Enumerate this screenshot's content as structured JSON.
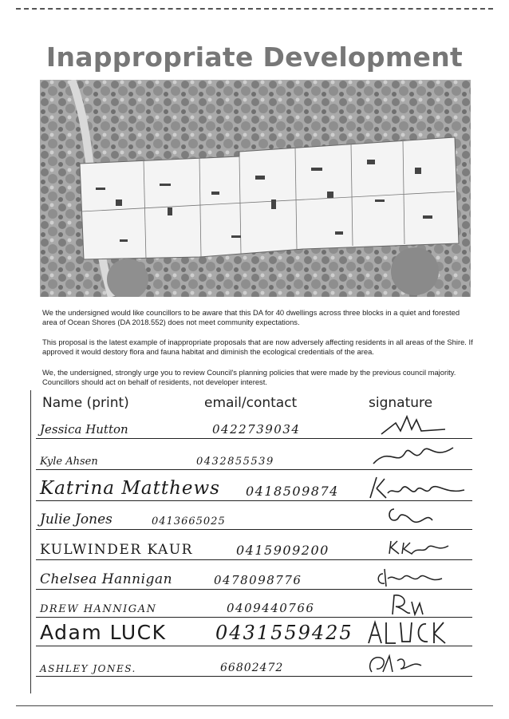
{
  "document": {
    "title": "Inappropriate Development",
    "paragraphs": [
      "We the undersigned would like councillors to be aware that this DA for 40 dwellings across three blocks in a quiet and forested area of Ocean Shores (DA 2018.552) does not meet community expectations.",
      "This proposal is the latest example of inappropriate proposals that are now adversely affecting residents in all areas of the Shire. If approved it would destory flora and fauna habitat and diminish the ecological credentials of the area.",
      "We, the undersigned, strongly urge you to review Council's planning policies that were made by the previous council majority. Councillors should act on behalf of residents, not developer interest."
    ],
    "columns": {
      "name": "Name (print)",
      "contact": "email/contact",
      "signature": "signature"
    }
  },
  "signatures": [
    {
      "name": "Jessica Hutton",
      "contact": "0422739034"
    },
    {
      "name": "Kyle Ahsen",
      "contact": "0432855539"
    },
    {
      "name": "Katrina Matthews",
      "contact": "0418509874"
    },
    {
      "name": "Julie Jones",
      "contact": "0413665025"
    },
    {
      "name": "KULWINDER KAUR",
      "contact": "0415909200"
    },
    {
      "name": "Chelsea Hannigan",
      "contact": "0478098776"
    },
    {
      "name": "DREW HANNIGAN",
      "contact": "0409440766"
    },
    {
      "name": "Adam LUCK",
      "contact": "0431559425"
    },
    {
      "name": "ASHLEY JONES.",
      "contact": "66802472"
    }
  ]
}
